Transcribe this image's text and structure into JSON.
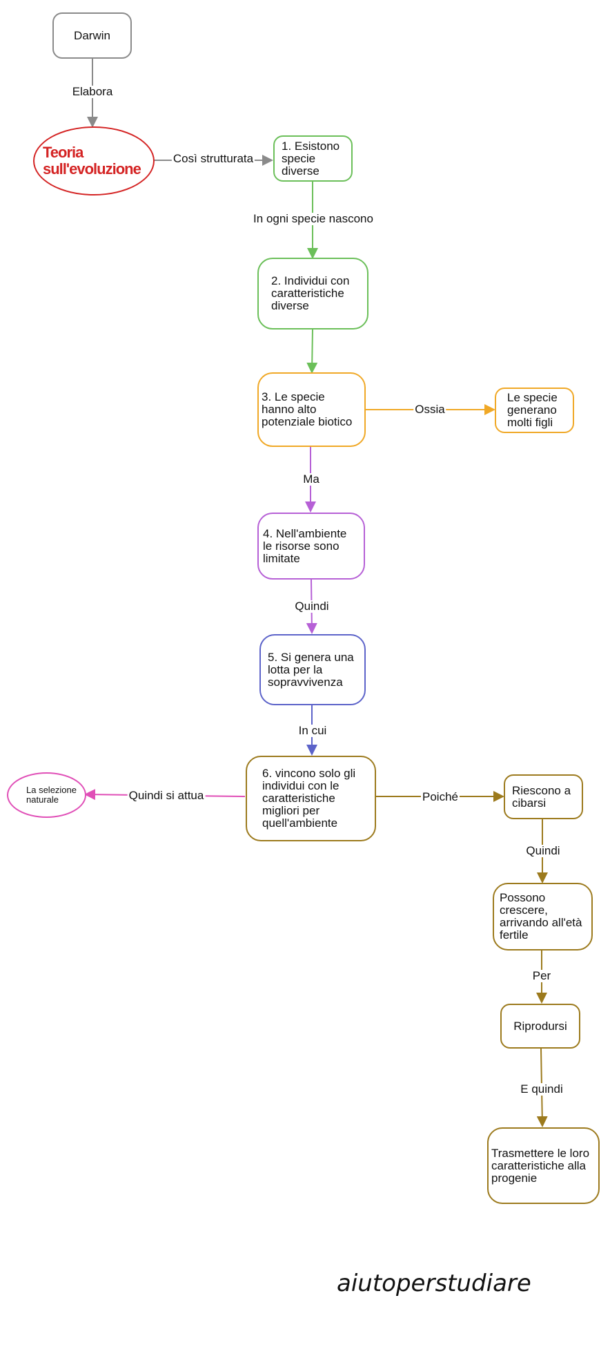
{
  "colors": {
    "gray": "#8a8a8a",
    "red": "#d42323",
    "green": "#6bbf59",
    "orange": "#f0a826",
    "purple": "#b660d6",
    "blue": "#5c63c9",
    "olive": "#9c7a1d",
    "pink": "#e04fb7"
  },
  "nodes": {
    "darwin": "Darwin",
    "teoria": "Teoria sull'evoluzione",
    "n1": "1. Esistono specie diverse",
    "n2": "2. Individui con caratteristiche diverse",
    "n3": "3. Le specie hanno alto potenziale biotico",
    "specie_figli": "Le specie generano molti figli",
    "n4": "4. Nell'ambiente le risorse sono limitate",
    "n5": "5. Si genera una lotta per la sopravvivenza",
    "n6": "6. vincono solo gli individui con le caratteristiche migliori per quell'ambiente",
    "selezione": "La selezione naturale",
    "cibarsi": "Riescono a cibarsi",
    "crescere": "Possono crescere, arrivando all'età fertile",
    "riprodursi": "Riprodursi",
    "trasmettere": "Trasmettere le loro caratteristiche alla progenie"
  },
  "links": {
    "elabora": "Elabora",
    "cosi": "Così strutturata",
    "ogni_specie": "In ogni specie nascono",
    "ossia": "Ossia",
    "ma": "Ma",
    "quindi1": "Quindi",
    "in_cui": "In cui",
    "quindi_si_attua": "Quindi si attua",
    "poiche": "Poiché",
    "quindi2": "Quindi",
    "per": "Per",
    "e_quindi": "E quindi"
  },
  "watermark": "aiutoperstudiare"
}
